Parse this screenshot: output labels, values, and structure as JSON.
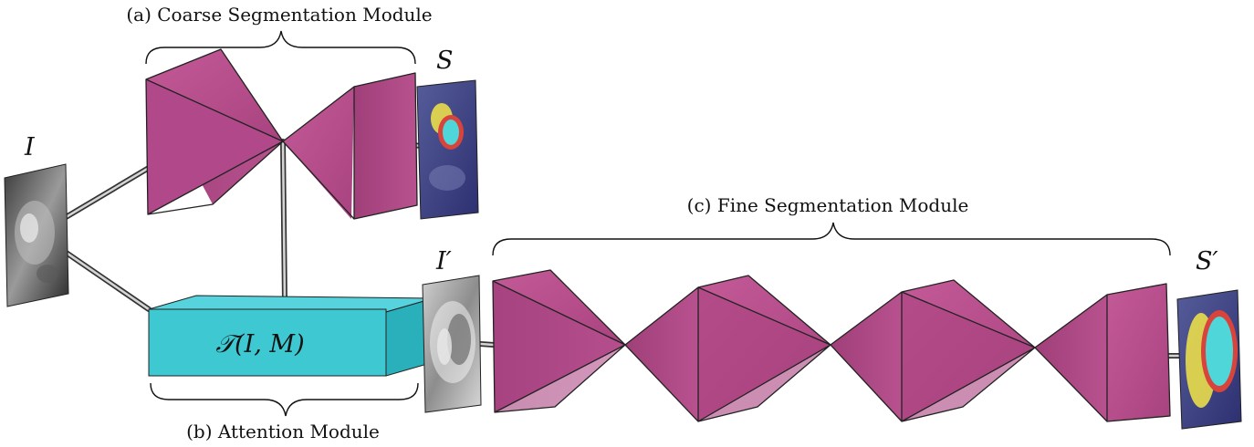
{
  "labels": {
    "coarse": "(a) Coarse Segmentation Module",
    "attention": "(b) Attention Module",
    "fine": "(c) Fine Segmentation Module"
  },
  "symbols": {
    "input": "I",
    "coarse_output": "S",
    "cropped_input": "I′",
    "fine_output": "S′",
    "transform": "𝒯(I, M)"
  },
  "colors": {
    "network": "#b94f8e",
    "network_dark": "#9a3a73",
    "attention_box": "#3ec8d2",
    "attention_box_dark": "#2aa6b0",
    "pipe": "#333333"
  }
}
